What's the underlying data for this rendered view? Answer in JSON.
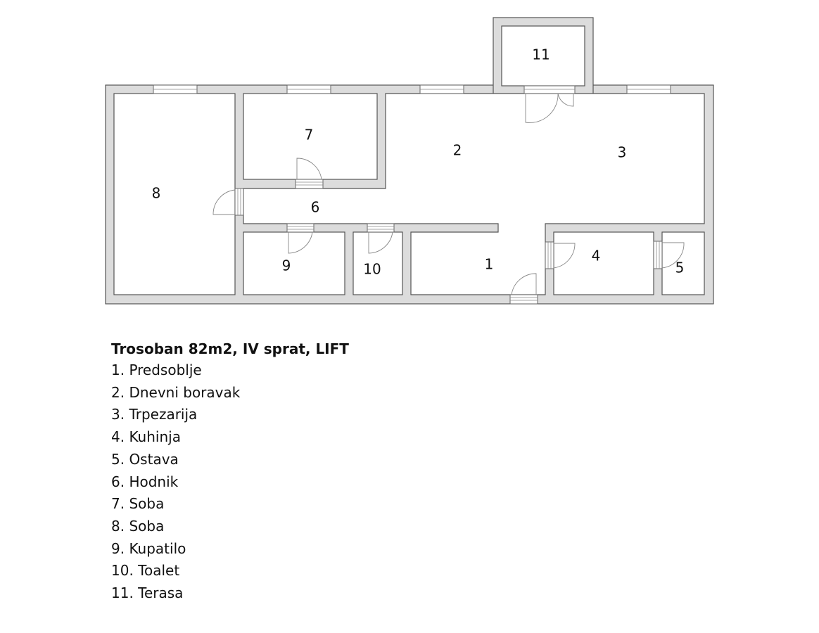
{
  "listing": {
    "title": "Trosoban 82m2, IV sprat, LIFT"
  },
  "rooms": [
    {
      "number": "1",
      "name": "Predsoblje",
      "list_label": "1. Predsoblje"
    },
    {
      "number": "2",
      "name": "Dnevni boravak",
      "list_label": "2. Dnevni boravak"
    },
    {
      "number": "3",
      "name": "Trpezarija",
      "list_label": "3. Trpezarija"
    },
    {
      "number": "4",
      "name": "Kuhinja",
      "list_label": "4. Kuhinja"
    },
    {
      "number": "5",
      "name": "Ostava",
      "list_label": "5. Ostava"
    },
    {
      "number": "6",
      "name": "Hodnik",
      "list_label": "6. Hodnik"
    },
    {
      "number": "7",
      "name": "Soba",
      "list_label": "7. Soba"
    },
    {
      "number": "8",
      "name": "Soba",
      "list_label": "8. Soba"
    },
    {
      "number": "9",
      "name": "Kupatilo",
      "list_label": "9. Kupatilo"
    },
    {
      "number": "10",
      "name": "Toalet",
      "list_label": "10. Toalet"
    },
    {
      "number": "11",
      "name": "Terasa",
      "list_label": "11. Terasa"
    }
  ],
  "colors": {
    "wall_fill": "#dcdcdc",
    "wall_stroke": "#555555",
    "background": "#ffffff"
  }
}
